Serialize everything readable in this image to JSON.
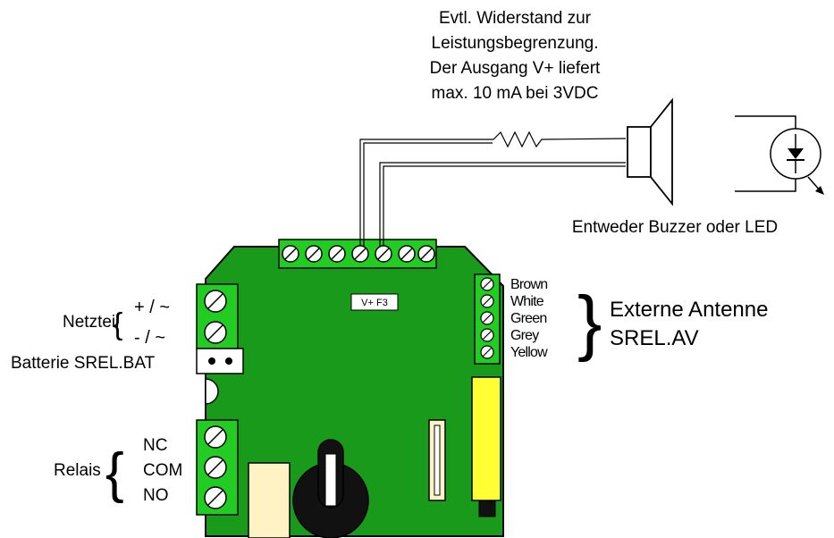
{
  "note": {
    "lines": [
      "Evtl. Widerstand zur",
      "Leistungsbegrenzung.",
      "Der Ausgang V+ liefert",
      "max. 10 mA bei 3VDC"
    ]
  },
  "buzzer_led_caption": "Entweder Buzzer oder LED",
  "board": {
    "marking": "V+ F3"
  },
  "power": {
    "label": "Netzteil",
    "plus": "+ / ~",
    "minus": "- / ~",
    "battery": "Batterie SREL.BAT"
  },
  "relay": {
    "label": "Relais",
    "terminals": [
      "NC",
      "COM",
      "NO"
    ]
  },
  "antenna": {
    "wires": [
      "Brown",
      "White",
      "Green",
      "Grey",
      "Yellow"
    ],
    "title_line1": "Externe Antenne",
    "title_line2": "SREL.AV"
  },
  "colors": {
    "board": "#1a9a1a",
    "terminal": "#22cc22",
    "battery_holder": "#ffff33",
    "relay_body": "#fff2c4",
    "buzzer_knob": "#111111",
    "outline": "#000000"
  }
}
